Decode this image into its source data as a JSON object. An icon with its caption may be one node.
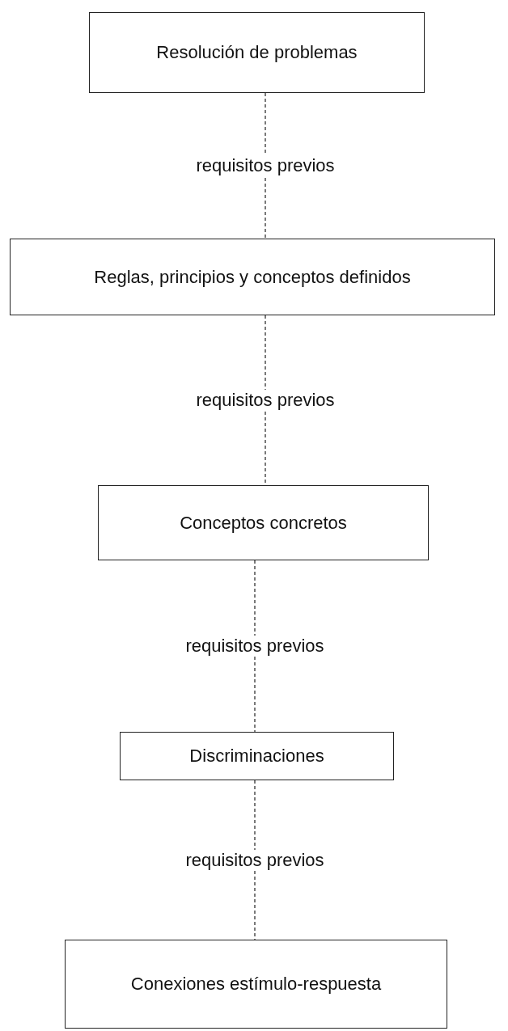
{
  "diagram": {
    "nodes": [
      {
        "text": [
          "Resolución de problemas"
        ]
      },
      {
        "text": [
          "Reglas, principios y conceptos definidos"
        ]
      },
      {
        "text": [
          "Conceptos concretos"
        ]
      },
      {
        "text": [
          "Discriminaciones"
        ]
      },
      {
        "text": [
          "Conexiones estímulo-respuesta"
        ]
      }
    ],
    "edges": [
      {
        "from": 0,
        "to": 1,
        "arrow": "none",
        "label": "requisitos previos",
        "style": "dashed"
      },
      {
        "from": 1,
        "to": 2,
        "arrow": "none",
        "label": "requisitos previos",
        "style": "dashed"
      },
      {
        "from": 2,
        "to": 3,
        "arrow": "none",
        "label": "requisitos previos",
        "style": "dashed"
      },
      {
        "from": 3,
        "to": 4,
        "arrow": "none",
        "label": "requisitos previos",
        "style": "dashed"
      }
    ]
  }
}
